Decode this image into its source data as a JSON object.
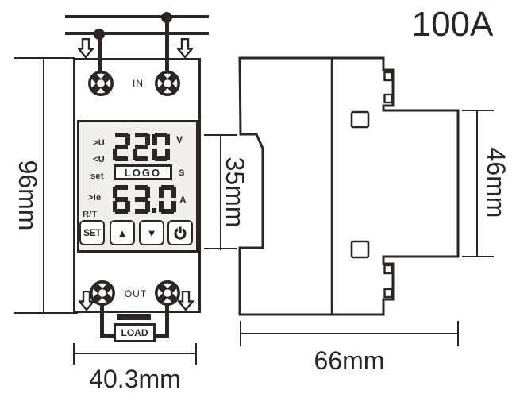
{
  "rating": "100A",
  "front_view": {
    "in_label": "IN",
    "out_label": "OUT",
    "load_label": "LOAD",
    "display": {
      "over_voltage_label": ">U",
      "under_voltage_label": "<U",
      "set_label": "set",
      "over_current_label": ">Ie",
      "rt_label": "R/T",
      "voltage_value": "220",
      "voltage_unit": "V",
      "logo_text": "LOGO",
      "time_unit": "S",
      "current_value": "63.0",
      "current_unit": "A"
    },
    "buttons": {
      "set": "SET",
      "up": "▲",
      "down": "▼",
      "power_icon": "power-symbol"
    }
  },
  "dimensions": {
    "overall_height": "96mm",
    "overall_width": "40.3mm",
    "din_rail_recess": "35mm",
    "overall_depth": "66mm",
    "front_section_height": "46mm"
  },
  "colors": {
    "line": "#2b2526",
    "panel_background": "#f0efed"
  }
}
